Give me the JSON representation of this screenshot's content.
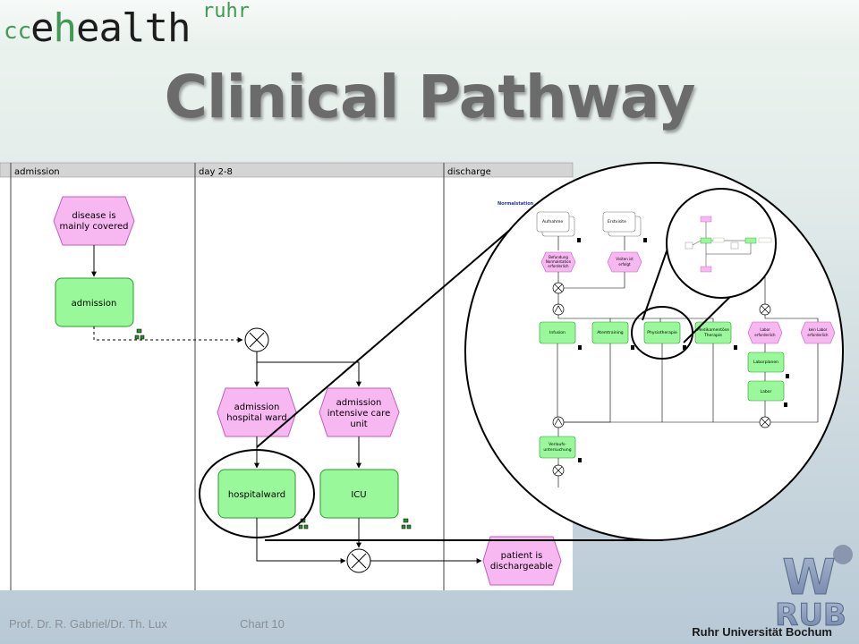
{
  "logo": {
    "prefix": "cc",
    "name_e": "e",
    "name_h": "h",
    "name_rest": "ealth",
    "suffix": "ruhr"
  },
  "slide_title": "Clinical Pathway",
  "lanes": {
    "lane1": "admission",
    "lane2": "day 2-8",
    "lane3": "discharge"
  },
  "events": {
    "disease_l1": "disease is",
    "disease_l2": "mainly covered",
    "adm_ward_l1": "admission",
    "adm_ward_l2": "hospital ward",
    "adm_icu_l1": "admission",
    "adm_icu_l2": "intensive care",
    "adm_icu_l3": "unit",
    "discharge_l1": "patient is",
    "discharge_l2": "dischargeable"
  },
  "functions": {
    "admission": "admission",
    "hospital_ward": "hospitalward",
    "icu": "ICU"
  },
  "zoom": {
    "label": "Normalstation",
    "doc1": "Aufnahme",
    "doc2": "Erstvisite",
    "ev1_l1": "Befundung",
    "ev1_l2": "Normalstation",
    "ev1_l3": "erforderlich",
    "ev2_l1": "Visiten ist",
    "ev2_l2": "erfolgt",
    "f1": "Infusion",
    "f2": "Atemtraining",
    "f3": "Physiotherapie",
    "f4_l1": "Medikamentöse",
    "f4_l2": "Therapie",
    "ev3_l1": "Labor",
    "ev3_l2": "erforderlich",
    "ev4_l1": "kein Labor",
    "ev4_l2": "erforderlich",
    "f5": "Laborplanen",
    "f6": "Labor",
    "f7_l1": "Verlaufs-",
    "f7_l2": "untersuchung"
  },
  "footer": {
    "authors": "Prof. Dr. R. Gabriel/Dr. Th. Lux",
    "chart": "Chart 10",
    "university": "Ruhr Universität Bochum"
  },
  "rub_logo": {
    "top": "W",
    "bottom": "RUB"
  },
  "colors": {
    "event_fill": "#f7b8f1",
    "event_stroke": "#c05cc0",
    "function_fill": "#99f99a",
    "function_stroke": "#2a9a2a"
  }
}
